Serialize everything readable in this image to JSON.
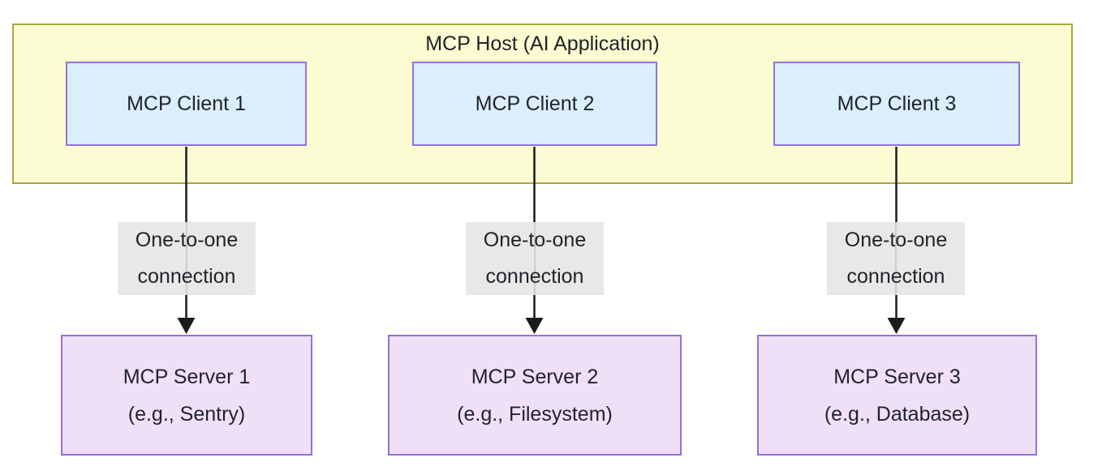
{
  "diagram": {
    "host": {
      "title": "MCP Host (AI Application)"
    },
    "clients": [
      {
        "label": "MCP Client 1"
      },
      {
        "label": "MCP Client 2"
      },
      {
        "label": "MCP Client 3"
      }
    ],
    "connections": [
      {
        "line1": "One-to-one",
        "line2": "connection"
      },
      {
        "line1": "One-to-one",
        "line2": "connection"
      },
      {
        "line1": "One-to-one",
        "line2": "connection"
      }
    ],
    "servers": [
      {
        "line1": "MCP Server 1",
        "line2": "(e.g., Sentry)"
      },
      {
        "line1": "MCP Server 2",
        "line2": "(e.g., Filesystem)"
      },
      {
        "line1": "MCP Server 3",
        "line2": "(e.g., Database)"
      }
    ]
  },
  "colors": {
    "host_fill": "#fcfcd2",
    "host_border": "#a6a63a",
    "client_fill": "#dbeefc",
    "client_border": "#9370db",
    "server_fill": "#efe0f7",
    "server_border": "#9370db",
    "connection_label_bg": "#e8e8e8",
    "text": "#1f2328",
    "arrow": "#1b1b1b",
    "background": "#ffffff"
  }
}
